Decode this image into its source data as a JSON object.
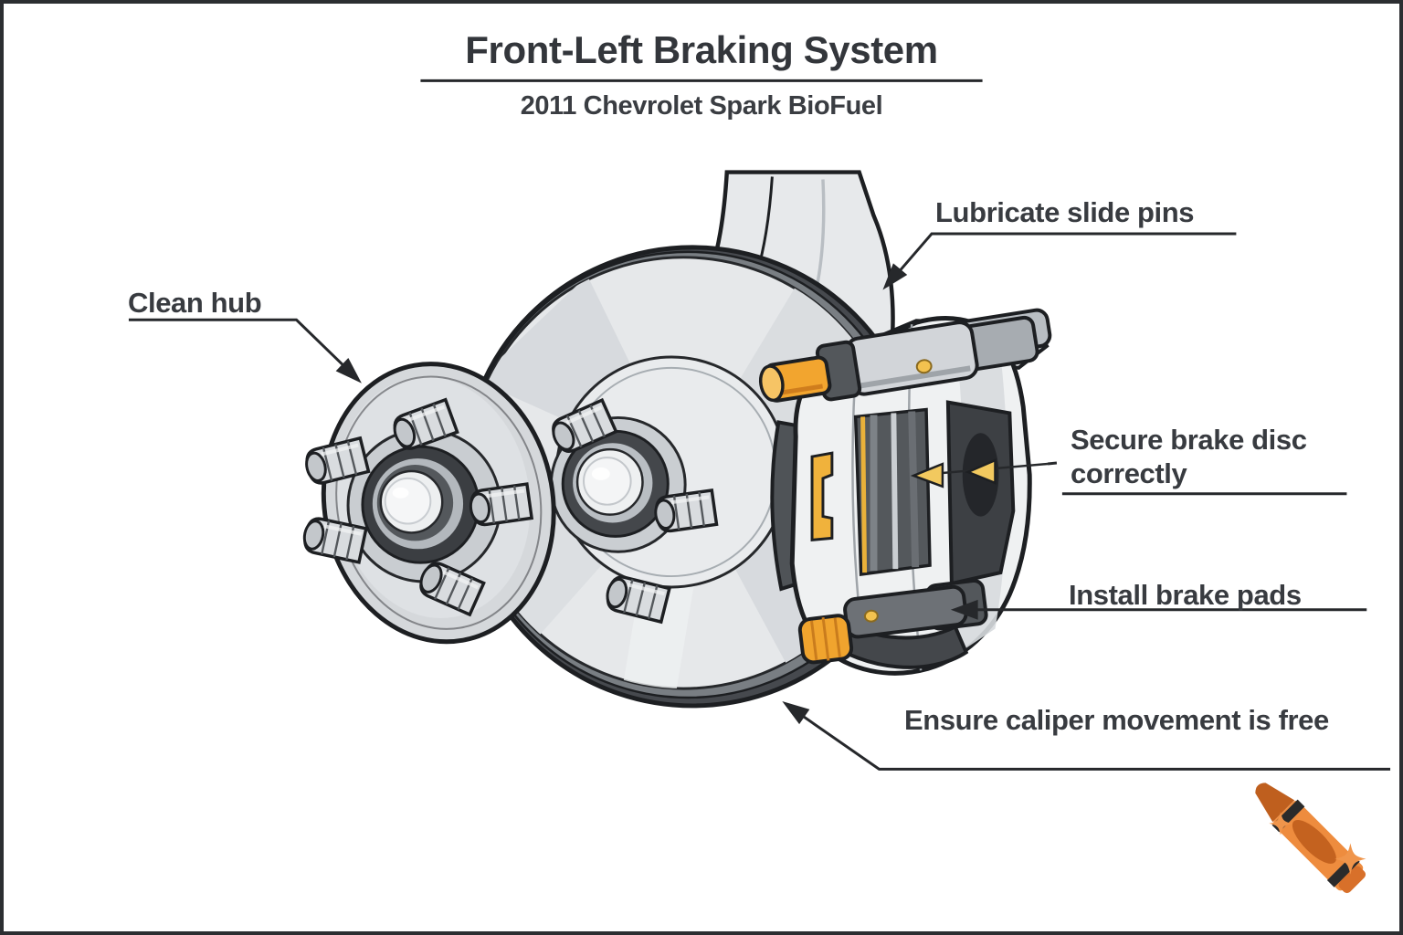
{
  "header": {
    "title": "Front-Left Braking System",
    "subtitle": "2011 Chevrolet Spark BioFuel"
  },
  "callouts": {
    "clean_hub": "Clean hub",
    "lubricate_slide_pins": "Lubricate slide pins",
    "secure_brake_disc": "Secure brake disc correctly",
    "install_brake_pads": "Install brake pads",
    "ensure_caliper_movement": "Ensure caliper movement is free"
  },
  "diagram": {
    "parts": [
      "wheel hub",
      "brake disc",
      "brake caliper",
      "slide pins",
      "brake pads",
      "steering knuckle"
    ],
    "colors": {
      "outline": "#1d1f22",
      "text": "#383b40",
      "leader_line": "#26282b",
      "metal_light": "#e6e8ea",
      "metal_shadow": "#d6d9dc",
      "rim_dark": "#46494e",
      "pin_orange": "#f2a52f",
      "pad_yellow": "#f0b23c",
      "marker_yellow": "#f2c95f"
    }
  },
  "logo": {
    "icon": "crayon-icon",
    "color": "#ee8c3e"
  }
}
